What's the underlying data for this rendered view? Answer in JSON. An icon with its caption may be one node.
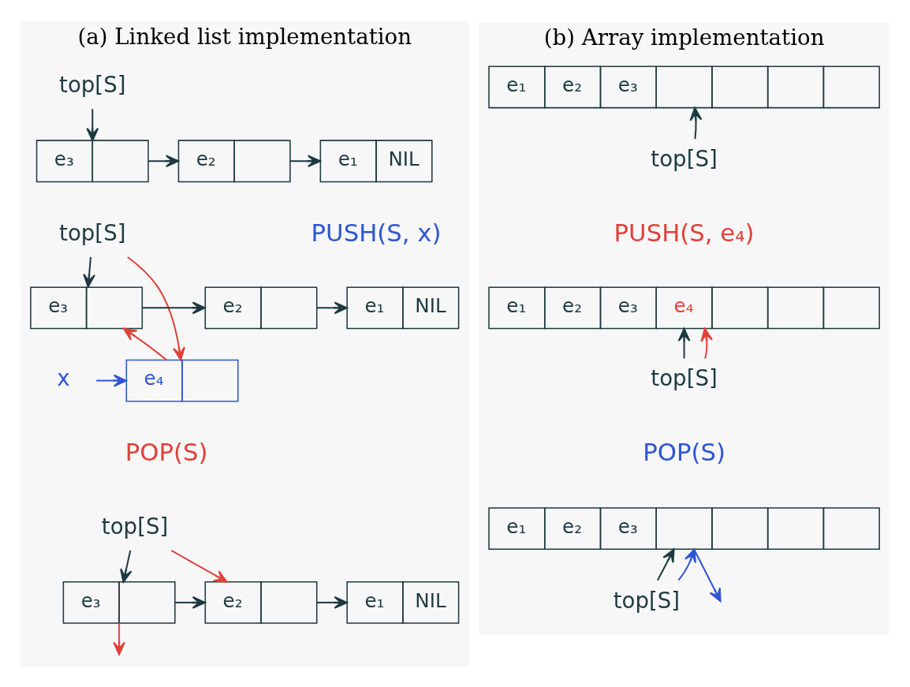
{
  "diagram": {
    "nodes": [
      {
        "text": [
          "(a) Linked list implementation"
        ]
      },
      {
        "text": [
          "top[S]"
        ],
        "in": 0
      },
      {
        "text": [
          "e₃"
        ],
        "in": 0
      },
      {
        "text": [
          "e₂"
        ],
        "in": 0
      },
      {
        "text": [
          "e₁",
          "NIL"
        ],
        "in": 0
      },
      {
        "text": [
          "top[S]"
        ],
        "in": 0
      },
      {
        "text": [
          "e₃"
        ],
        "in": 0
      },
      {
        "text": [
          "e₂"
        ],
        "in": 0
      },
      {
        "text": [
          "e₁",
          "NIL"
        ],
        "in": 0
      },
      {
        "text": [
          "x"
        ],
        "in": 0
      },
      {
        "text": [
          "e₄"
        ],
        "in": 0
      },
      {
        "text": [
          "top[S]"
        ],
        "in": 0
      },
      {
        "text": [
          "e₃"
        ],
        "in": 0
      },
      {
        "text": [
          "e₂"
        ],
        "in": 0
      },
      {
        "text": [
          "e₁",
          "NIL"
        ],
        "in": 0
      },
      {
        "text": [
          "(b) Array implementation"
        ]
      },
      {
        "text": [
          "e₁",
          "e₂",
          "e₃"
        ],
        "in": 15
      },
      {
        "text": [
          "top[S]"
        ],
        "in": 15
      },
      {
        "text": [
          "e₁",
          "e₂",
          "e₃",
          "e₄"
        ],
        "in": 15
      },
      {
        "text": [
          "top[S]"
        ],
        "in": 15
      },
      {
        "text": [
          "e₁",
          "e₂",
          "e₃"
        ],
        "in": 15
      },
      {
        "text": [
          "top[S]"
        ],
        "in": 15
      }
    ],
    "edges": [
      {
        "from": 1,
        "to": 2,
        "arrow": "to"
      },
      {
        "from": 2,
        "to": 3,
        "arrow": "to"
      },
      {
        "from": 3,
        "to": 4,
        "arrow": "to"
      },
      {
        "from": 5,
        "to": 6,
        "arrow": "to"
      },
      {
        "from": 6,
        "to": 7,
        "arrow": "to"
      },
      {
        "from": 7,
        "to": 8,
        "arrow": "to"
      },
      {
        "from": 5,
        "to": 10,
        "arrow": "to",
        "color": "#e0413a"
      },
      {
        "from": 10,
        "to": 6,
        "arrow": "to",
        "color": "#e0413a"
      },
      {
        "from": 9,
        "to": 10,
        "arrow": "to",
        "color": "#2f55d4"
      },
      {
        "from": 11,
        "to": 12,
        "arrow": "to"
      },
      {
        "from": 12,
        "to": 13,
        "arrow": "to"
      },
      {
        "from": 13,
        "to": 14,
        "arrow": "to"
      },
      {
        "from": 11,
        "to": 13,
        "arrow": "to",
        "color": "#e0413a"
      },
      {
        "from": 12,
        "to": null,
        "arrow": "to",
        "color": "#e0413a"
      },
      {
        "from": 17,
        "to": 16,
        "arrow": "to"
      },
      {
        "from": 19,
        "to": 18,
        "arrow": "to"
      },
      {
        "from": 19,
        "to": 18,
        "arrow": "to",
        "color": "#e0413a"
      },
      {
        "from": 21,
        "to": 20,
        "arrow": "to"
      },
      {
        "from": 21,
        "to": 20,
        "arrow": "to",
        "color": "#2f55d4"
      },
      {
        "from": 20,
        "to": null,
        "arrow": "to",
        "color": "#2f55d4"
      }
    ],
    "labels": [
      "PUSH(S, x)",
      "POP(S)",
      "PUSH(S, e₄)",
      "POP(S)"
    ]
  }
}
